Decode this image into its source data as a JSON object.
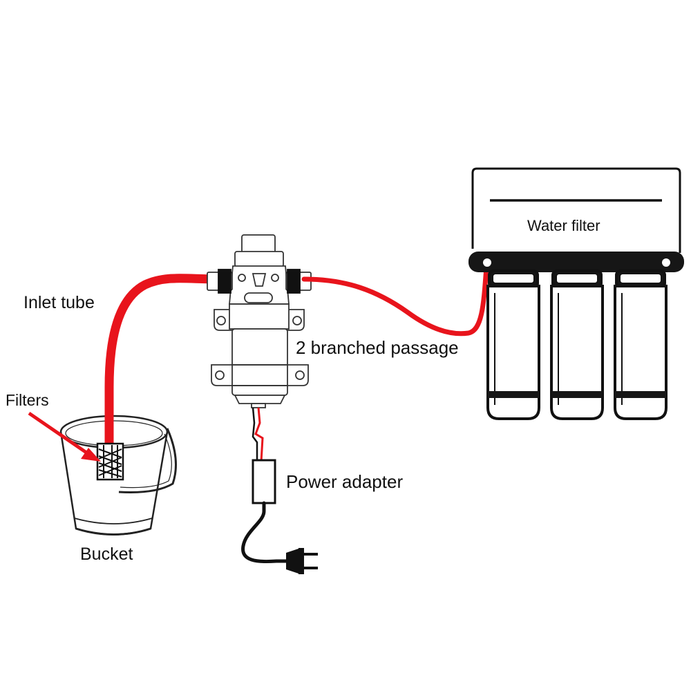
{
  "labels": {
    "inlet_tube": "Inlet tube",
    "filters": "Filters",
    "bucket": "Bucket",
    "branched_passage": "2 branched passage",
    "power_adapter": "Power adapter",
    "water_filter": "Water filter"
  },
  "colors": {
    "tube": "#e8141c",
    "ink": "#111111",
    "line": "#222222",
    "filter_housing": "#161616"
  },
  "icons": {
    "pump": "pump-icon",
    "bucket": "bucket-icon",
    "plug": "plug-icon",
    "filter_unit": "water-filter-icon"
  }
}
